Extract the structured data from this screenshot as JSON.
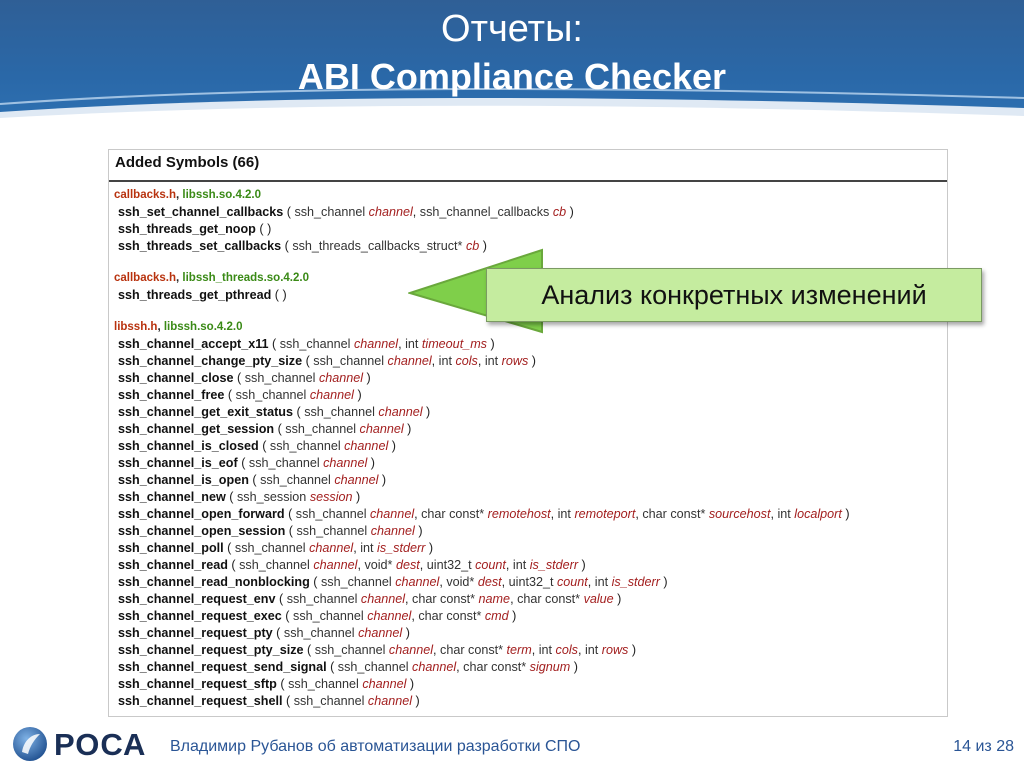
{
  "header": {
    "title_line1": "Отчеты:",
    "title_line2": "ABI Compliance Checker"
  },
  "report": {
    "heading": "Added Symbols (66)",
    "groups": [
      {
        "header": "callbacks.h",
        "library": "libssh.so.4.2.0",
        "symbols": [
          {
            "name": "ssh_set_channel_callbacks",
            "params": [
              [
                "ssh_channel",
                "channel"
              ],
              [
                "ssh_channel_callbacks",
                "cb"
              ]
            ]
          },
          {
            "name": "ssh_threads_get_noop",
            "params": []
          },
          {
            "name": "ssh_threads_set_callbacks",
            "params": [
              [
                "ssh_threads_callbacks_struct*",
                "cb"
              ]
            ]
          }
        ]
      },
      {
        "header": "callbacks.h",
        "library": "libssh_threads.so.4.2.0",
        "symbols": [
          {
            "name": "ssh_threads_get_pthread",
            "params": []
          }
        ]
      },
      {
        "header": "libssh.h",
        "library": "libssh.so.4.2.0",
        "symbols": [
          {
            "name": "ssh_channel_accept_x11",
            "params": [
              [
                "ssh_channel",
                "channel"
              ],
              [
                "int",
                "timeout_ms"
              ]
            ]
          },
          {
            "name": "ssh_channel_change_pty_size",
            "params": [
              [
                "ssh_channel",
                "channel"
              ],
              [
                "int",
                "cols"
              ],
              [
                "int",
                "rows"
              ]
            ]
          },
          {
            "name": "ssh_channel_close",
            "params": [
              [
                "ssh_channel",
                "channel"
              ]
            ]
          },
          {
            "name": "ssh_channel_free",
            "params": [
              [
                "ssh_channel",
                "channel"
              ]
            ]
          },
          {
            "name": "ssh_channel_get_exit_status",
            "params": [
              [
                "ssh_channel",
                "channel"
              ]
            ]
          },
          {
            "name": "ssh_channel_get_session",
            "params": [
              [
                "ssh_channel",
                "channel"
              ]
            ]
          },
          {
            "name": "ssh_channel_is_closed",
            "params": [
              [
                "ssh_channel",
                "channel"
              ]
            ]
          },
          {
            "name": "ssh_channel_is_eof",
            "params": [
              [
                "ssh_channel",
                "channel"
              ]
            ]
          },
          {
            "name": "ssh_channel_is_open",
            "params": [
              [
                "ssh_channel",
                "channel"
              ]
            ]
          },
          {
            "name": "ssh_channel_new",
            "params": [
              [
                "ssh_session",
                "session"
              ]
            ]
          },
          {
            "name": "ssh_channel_open_forward",
            "params": [
              [
                "ssh_channel",
                "channel"
              ],
              [
                "char const*",
                "remotehost"
              ],
              [
                "int",
                "remoteport"
              ],
              [
                "char const*",
                "sourcehost"
              ],
              [
                "int",
                "localport"
              ]
            ]
          },
          {
            "name": "ssh_channel_open_session",
            "params": [
              [
                "ssh_channel",
                "channel"
              ]
            ]
          },
          {
            "name": "ssh_channel_poll",
            "params": [
              [
                "ssh_channel",
                "channel"
              ],
              [
                "int",
                "is_stderr"
              ]
            ]
          },
          {
            "name": "ssh_channel_read",
            "params": [
              [
                "ssh_channel",
                "channel"
              ],
              [
                "void*",
                "dest"
              ],
              [
                "uint32_t",
                "count"
              ],
              [
                "int",
                "is_stderr"
              ]
            ]
          },
          {
            "name": "ssh_channel_read_nonblocking",
            "params": [
              [
                "ssh_channel",
                "channel"
              ],
              [
                "void*",
                "dest"
              ],
              [
                "uint32_t",
                "count"
              ],
              [
                "int",
                "is_stderr"
              ]
            ]
          },
          {
            "name": "ssh_channel_request_env",
            "params": [
              [
                "ssh_channel",
                "channel"
              ],
              [
                "char const*",
                "name"
              ],
              [
                "char const*",
                "value"
              ]
            ]
          },
          {
            "name": "ssh_channel_request_exec",
            "params": [
              [
                "ssh_channel",
                "channel"
              ],
              [
                "char const*",
                "cmd"
              ]
            ]
          },
          {
            "name": "ssh_channel_request_pty",
            "params": [
              [
                "ssh_channel",
                "channel"
              ]
            ]
          },
          {
            "name": "ssh_channel_request_pty_size",
            "params": [
              [
                "ssh_channel",
                "channel"
              ],
              [
                "char const*",
                "term"
              ],
              [
                "int",
                "cols"
              ],
              [
                "int",
                "rows"
              ]
            ]
          },
          {
            "name": "ssh_channel_request_send_signal",
            "params": [
              [
                "ssh_channel",
                "channel"
              ],
              [
                "char const*",
                "signum"
              ]
            ]
          },
          {
            "name": "ssh_channel_request_sftp",
            "params": [
              [
                "ssh_channel",
                "channel"
              ]
            ]
          },
          {
            "name": "ssh_channel_request_shell",
            "params": [
              [
                "ssh_channel",
                "channel"
              ]
            ]
          }
        ]
      }
    ]
  },
  "callout": {
    "text": "Анализ конкретных изменений"
  },
  "footer": {
    "logo_text": "РОСА",
    "caption": "Владимир Рубанов об автоматизации разработки СПО",
    "page": "14 из 28"
  },
  "colors": {
    "header_blue": "#2a68a8",
    "callout_green": "#c5ec9f",
    "arrow_green": "#7fcf4a",
    "header_file": "#b8320e",
    "library": "#3a8a16",
    "param_name": "#a32020",
    "footer_text": "#2a5595"
  },
  "icons": {
    "arrow": "left-arrow-icon",
    "logo": "rosa-logo-icon"
  }
}
